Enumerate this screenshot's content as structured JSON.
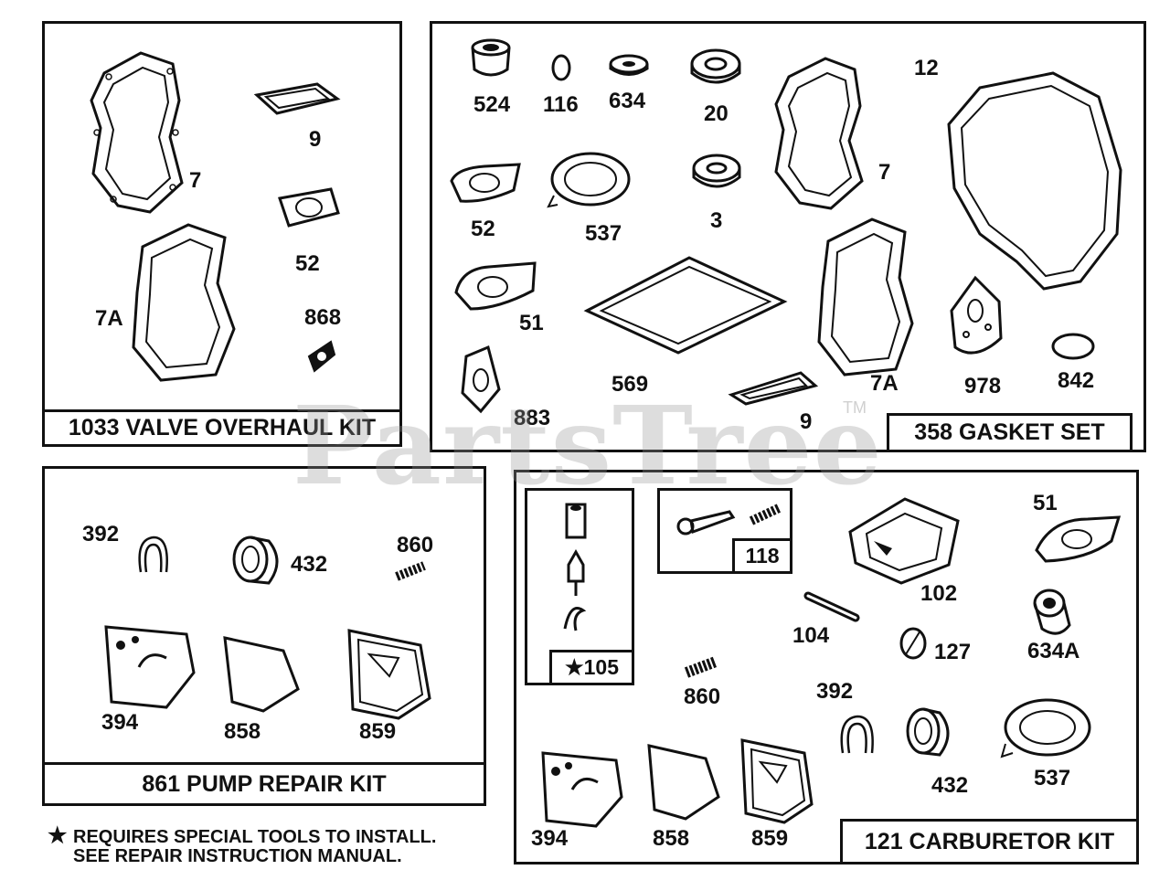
{
  "kits": {
    "valve": "1033 VALVE OVERHAUL KIT",
    "gasket": "358 GASKET SET",
    "pump": "861 PUMP REPAIR KIT",
    "carb": "121 CARBURETOR KIT"
  },
  "valve_labels": {
    "p7": "7",
    "p9": "9",
    "p52": "52",
    "p7a": "7A",
    "p868": "868"
  },
  "gasket_labels": {
    "p524": "524",
    "p116": "116",
    "p634": "634",
    "p20": "20",
    "p12": "12",
    "p52": "52",
    "p537": "537",
    "p3": "3",
    "p7": "7",
    "p51": "51",
    "p569": "569",
    "p7a": "7A",
    "p978": "978",
    "p842": "842",
    "p883": "883",
    "p9": "9"
  },
  "pump_labels": {
    "p392": "392",
    "p432": "432",
    "p860": "860",
    "p394": "394",
    "p858": "858",
    "p859": "859"
  },
  "carb_labels": {
    "p105": "★105",
    "p118": "118",
    "p102": "102",
    "p51": "51",
    "p104": "104",
    "p127": "127",
    "p634a": "634A",
    "p860": "860",
    "p392": "392",
    "p432": "432",
    "p537": "537",
    "p394": "394",
    "p858": "858",
    "p859": "859"
  },
  "note": {
    "star": "★",
    "line1": "REQUIRES SPECIAL TOOLS TO INSTALL.",
    "line2": "SEE REPAIR INSTRUCTION MANUAL."
  },
  "watermark": {
    "text": "PartsTree",
    "tm": "TM"
  }
}
